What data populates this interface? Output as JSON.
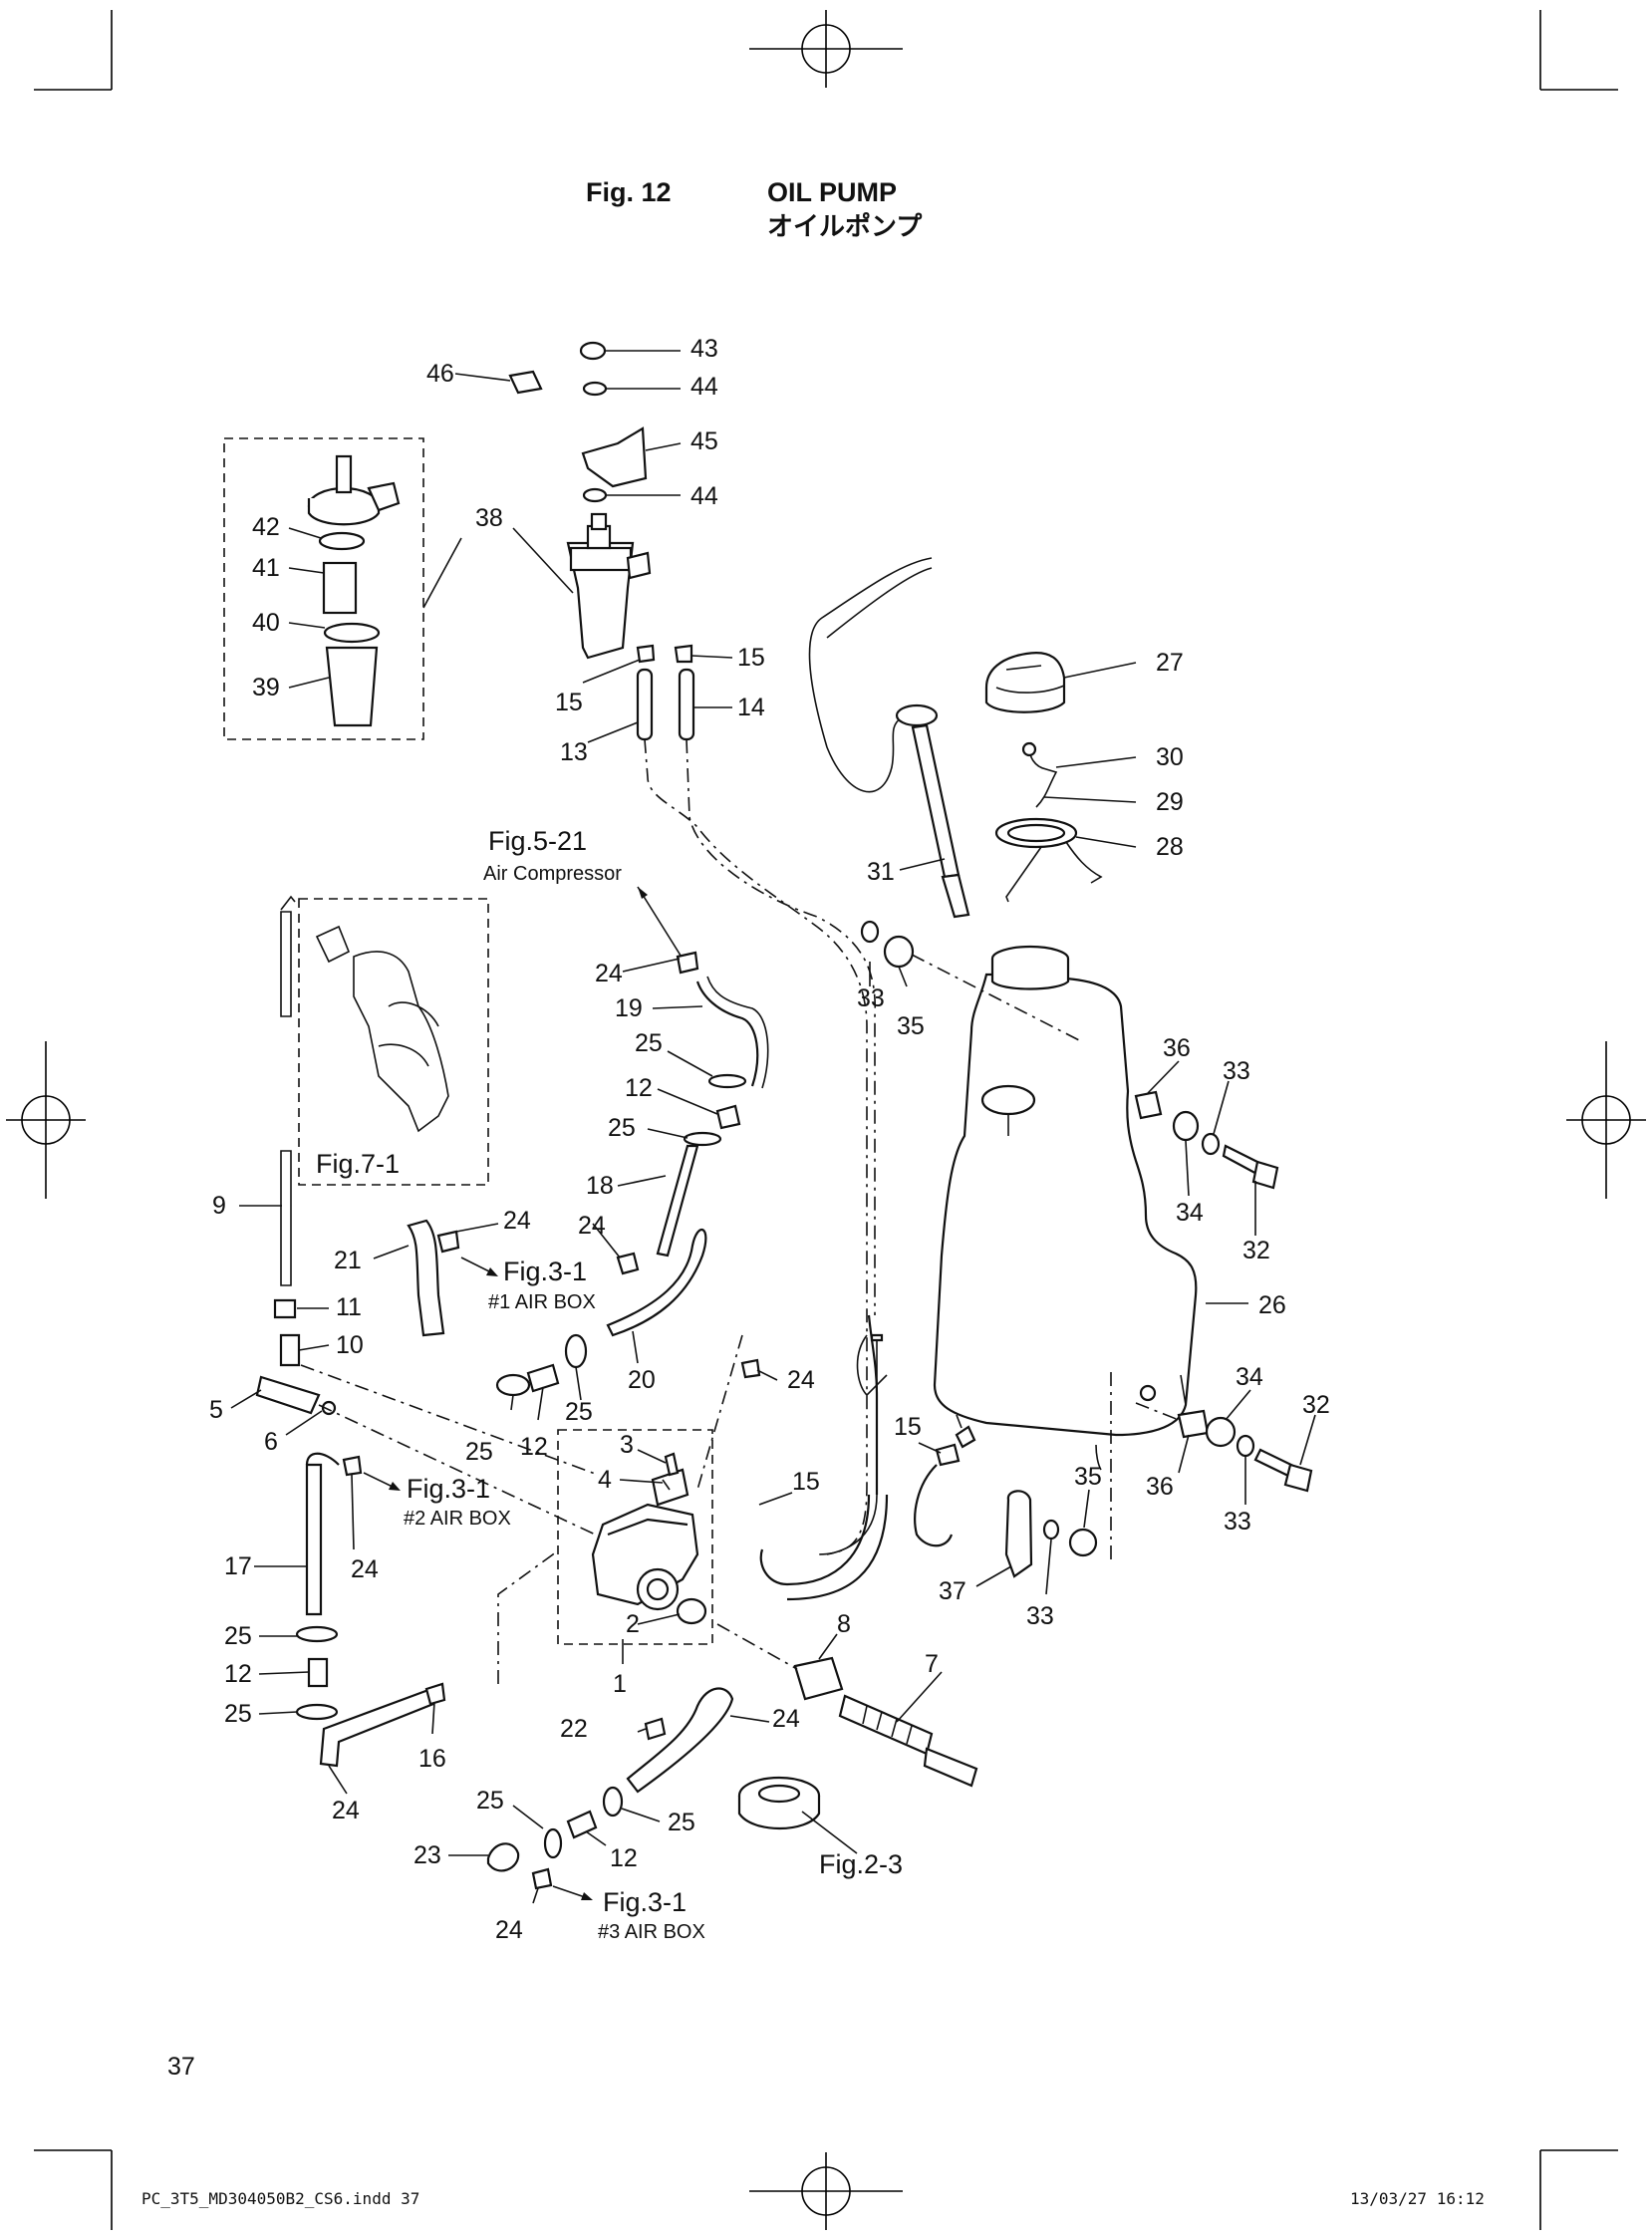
{
  "header": {
    "fig_label": "Fig. 12",
    "title": "OIL PUMP",
    "title_jp": "オイルポンプ"
  },
  "page_number": "37",
  "slug": {
    "file": "PC_3T5_MD304050B2_CS6.indd   37",
    "timestamp": "13/03/27   16:12"
  },
  "references": {
    "fig_5_21": "Fig.5-21",
    "air_compressor": "Air Compressor",
    "fig_7_1": "Fig.7-1",
    "fig_3_1_a": "Fig.3-1",
    "air_box_1": "#1 AIR BOX",
    "fig_3_1_b": "Fig.3-1",
    "air_box_2": "#2 AIR BOX",
    "fig_3_1_c": "Fig.3-1",
    "air_box_3": "#3 AIR BOX",
    "fig_2_3": "Fig.2-3"
  },
  "callouts": [
    {
      "id": "c46",
      "label": "46"
    },
    {
      "id": "c43",
      "label": "43"
    },
    {
      "id": "c44a",
      "label": "44"
    },
    {
      "id": "c45",
      "label": "45"
    },
    {
      "id": "c44b",
      "label": "44"
    },
    {
      "id": "c38",
      "label": "38"
    },
    {
      "id": "c42",
      "label": "42"
    },
    {
      "id": "c41",
      "label": "41"
    },
    {
      "id": "c40",
      "label": "40"
    },
    {
      "id": "c39",
      "label": "39"
    },
    {
      "id": "c15a",
      "label": "15"
    },
    {
      "id": "c15b",
      "label": "15"
    },
    {
      "id": "c14",
      "label": "14"
    },
    {
      "id": "c13",
      "label": "13"
    },
    {
      "id": "c27",
      "label": "27"
    },
    {
      "id": "c30",
      "label": "30"
    },
    {
      "id": "c29",
      "label": "29"
    },
    {
      "id": "c28",
      "label": "28"
    },
    {
      "id": "c31",
      "label": "31"
    },
    {
      "id": "c33a",
      "label": "33"
    },
    {
      "id": "c35a",
      "label": "35"
    },
    {
      "id": "c36a",
      "label": "36"
    },
    {
      "id": "c33b",
      "label": "33"
    },
    {
      "id": "c34a",
      "label": "34"
    },
    {
      "id": "c32a",
      "label": "32"
    },
    {
      "id": "c26",
      "label": "26"
    },
    {
      "id": "c24a",
      "label": "24"
    },
    {
      "id": "c19",
      "label": "19"
    },
    {
      "id": "c25a",
      "label": "25"
    },
    {
      "id": "c12a",
      "label": "12"
    },
    {
      "id": "c25b",
      "label": "25"
    },
    {
      "id": "c18",
      "label": "18"
    },
    {
      "id": "c9",
      "label": "9"
    },
    {
      "id": "c24b",
      "label": "24"
    },
    {
      "id": "c21",
      "label": "21"
    },
    {
      "id": "c24c",
      "label": "24"
    },
    {
      "id": "c11",
      "label": "11"
    },
    {
      "id": "c10",
      "label": "10"
    },
    {
      "id": "c20",
      "label": "20"
    },
    {
      "id": "c24d",
      "label": "24"
    },
    {
      "id": "c5",
      "label": "5"
    },
    {
      "id": "c6",
      "label": "6"
    },
    {
      "id": "c25c",
      "label": "25"
    },
    {
      "id": "c12b",
      "label": "12"
    },
    {
      "id": "c25d",
      "label": "25"
    },
    {
      "id": "c3",
      "label": "3"
    },
    {
      "id": "c4",
      "label": "4"
    },
    {
      "id": "c15c",
      "label": "15"
    },
    {
      "id": "c15d",
      "label": "15"
    },
    {
      "id": "c34b",
      "label": "34"
    },
    {
      "id": "c32b",
      "label": "32"
    },
    {
      "id": "c36b",
      "label": "36"
    },
    {
      "id": "c33c",
      "label": "33"
    },
    {
      "id": "c35b",
      "label": "35"
    },
    {
      "id": "c37",
      "label": "37"
    },
    {
      "id": "c33d",
      "label": "33"
    },
    {
      "id": "c17",
      "label": "17"
    },
    {
      "id": "c24e",
      "label": "24"
    },
    {
      "id": "c2",
      "label": "2"
    },
    {
      "id": "c1",
      "label": "1"
    },
    {
      "id": "c8",
      "label": "8"
    },
    {
      "id": "c7",
      "label": "7"
    },
    {
      "id": "c25e",
      "label": "25"
    },
    {
      "id": "c12c",
      "label": "12"
    },
    {
      "id": "c25f",
      "label": "25"
    },
    {
      "id": "c24f",
      "label": "24"
    },
    {
      "id": "c16",
      "label": "16"
    },
    {
      "id": "c24g",
      "label": "24"
    },
    {
      "id": "c22",
      "label": "22"
    },
    {
      "id": "c25g",
      "label": "25"
    },
    {
      "id": "c25h",
      "label": "25"
    },
    {
      "id": "c12d",
      "label": "12"
    },
    {
      "id": "c23",
      "label": "23"
    },
    {
      "id": "c24h",
      "label": "24"
    }
  ]
}
